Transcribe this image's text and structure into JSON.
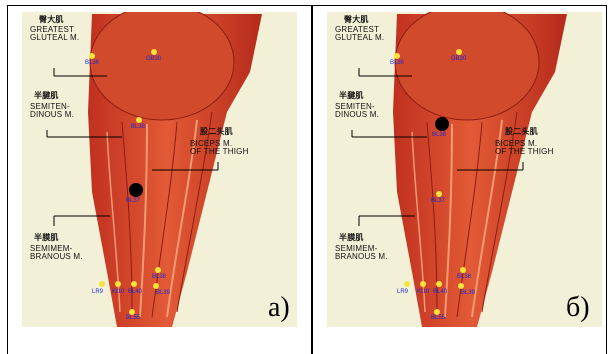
{
  "panels": [
    {
      "id": "a",
      "letter": "а)",
      "labels": {
        "gluteal_cn": "臀大肌",
        "gluteal_en": "GREATEST\nGLUTEAL M.",
        "semiten_cn": "半腱肌",
        "semiten_en": "SEMITEN-\nDINOUS M.",
        "biceps_cn": "股二头肌",
        "biceps_en": "BICEPS  M.\nOF THE THIGH",
        "semimem_cn": "半膜肌",
        "semimem_en": "SEMIMEM-\nBRANOUS M."
      },
      "points": [
        "BL36",
        "GB30",
        "BL38",
        "BL37",
        "BL38",
        "LR9",
        "KI10",
        "BL40",
        "BL39",
        "BL55"
      ],
      "highlight": "BL37"
    },
    {
      "id": "b",
      "letter": "б)",
      "labels": {
        "gluteal_cn": "臀大肌",
        "gluteal_en": "GREATEST\nGLUTEAL M.",
        "semiten_cn": "半腱肌",
        "semiten_en": "SEMITEN-\nDINOUS M.",
        "biceps_cn": "股二头肌",
        "biceps_en": "BICEPS  M.\nOF THE THIGH",
        "semimem_cn": "半膜肌",
        "semimem_en": "SEMIMEM-\nBRANOUS M."
      },
      "points": [
        "BL36",
        "GB30",
        "BL38",
        "BL37",
        "BL38",
        "LR9",
        "KI10",
        "BL40",
        "BL39",
        "BL55"
      ],
      "highlight": "BL38"
    }
  ],
  "colors": {
    "muscle_dark": "#b0261a",
    "muscle_mid": "#d8452b",
    "muscle_light": "#ee7a4f",
    "background": "#f3f0d8",
    "point_yellow": "#f5e23a",
    "point_label": "#1a2bd1",
    "marker": "#000000"
  }
}
